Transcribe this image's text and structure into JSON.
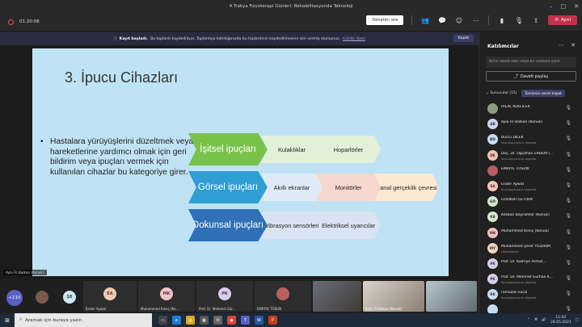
{
  "window": {
    "title": "4.Trakya Fizyoterapi Günleri: Rehabilitasyonda Teknoloji"
  },
  "toolbar": {
    "timer": "01:20:06",
    "denetim_label": "Denetim iste",
    "leave_label": "Ayrıl"
  },
  "banner": {
    "bold": "Kayıt başladı.",
    "text": "Bu toplantı kaydediliyor. Toplantıya katıldığınızda bu toplantının kaydedilmesine izin vermiş olursunuz.",
    "link": "Gizlilik ilkesi",
    "close_label": "Kapat"
  },
  "slide": {
    "title": "3. İpucu Cihazları",
    "bullet": "Hastalara yürüyüşlerini düzeltmek veya hareketlerine yardımcı olmak için geri bildirim veya ipuçları vermek için kullanılan cihazlar bu kategoriye girer.",
    "rows": [
      {
        "head": "İşitsel ipuçları",
        "items": [
          "Kulaklıklar",
          "Hoparlörler"
        ]
      },
      {
        "head": "Görsel ipuçları",
        "items": [
          "Akıllı ekranlar",
          "Monitörler",
          "Sanal gerçeklik çevresi"
        ]
      },
      {
        "head": "Dokunsal ipuçları",
        "items": [
          "Vibrasyon sensörleri",
          "Elektriksel uyarıcılar"
        ]
      }
    ],
    "colors": {
      "row1_head": "#79c24a",
      "row1_item": "#e2f0d9",
      "row2_head": "#2e9ed3",
      "row2_item1": "#deebf7",
      "row2_item2": "#f7d7d0",
      "row2_item3": "#fde9d3",
      "row3_head": "#2f70b6",
      "row3_item": "#dae3f3"
    }
  },
  "speaker_label": "Ayla Fil Balkan (Konuk)",
  "strip": {
    "overflow_count": "+110",
    "tiles": [
      {
        "initials": "EA",
        "name": "Ender Aywat",
        "color": "#f4c7b1"
      },
      {
        "initials": "MK",
        "name": "Muhammed Kılınç (Ko...",
        "color": "#f4c0c8"
      },
      {
        "initials": "PK",
        "name": "Prof. Dr. Mehmet Gür...",
        "color": "#d8cdee"
      },
      {
        "initials": "",
        "name": "EMRİYE TOSUN",
        "color": "#b55f5f"
      }
    ],
    "small_avatars": [
      {
        "initials": "",
        "color": "#7a5a4a"
      },
      {
        "initials": "ŞE",
        "color": "#cde8ee"
      }
    ],
    "video_name": "Ayla Fil Balkan (Konuk)"
  },
  "panel": {
    "title": "Katılımcılar",
    "search_placeholder": "Birini davet edin veya bir numara çevir",
    "share_label": "Daveti paylaş",
    "section_label": "Sunucular (15)",
    "mute_all_label": "Tümünün sesini kapat",
    "participants": [
      {
        "initials": "",
        "name": "HİLAL KEKLİCEK",
        "sub": "",
        "color": "#8aa07a"
      },
      {
        "initials": "AB",
        "name": "Ayla Fil Balkan (Konuk)",
        "sub": "",
        "color": "#cfd3f0"
      },
      {
        "initials": "BD",
        "name": "Burcu DİLEK",
        "sub": "Kuruluşunuzun dışında",
        "color": "#c7dcf0"
      },
      {
        "initials": "DE",
        "name": "Doç. Dr. Oğuzhan ERDEM (...",
        "sub": "Kuruluşunuzun dışında",
        "color": "#f4c0b0"
      },
      {
        "initials": "",
        "name": "EMRİYE TOSUN",
        "sub": "",
        "color": "#b55f5f"
      },
      {
        "initials": "EA",
        "name": "Ender Aywat",
        "sub": "Kuruluşunuzun dışında",
        "color": "#f4c7b1"
      },
      {
        "initials": "GÖ",
        "name": "GÜLNUR ÖZTÜRK",
        "sub": "",
        "color": "#cfe8c7"
      },
      {
        "initials": "KB",
        "name": "Kezban Bayramlar (Konuk)",
        "sub": "",
        "color": "#d6eac9"
      },
      {
        "initials": "MK",
        "name": "Muhammed Kılınç (Konuk)",
        "sub": "",
        "color": "#f4c0c8"
      },
      {
        "initials": "MY",
        "name": "Muhammed Şeref YILDIRIM",
        "sub": "Düzenleyici",
        "color": "#f3d1b8"
      },
      {
        "initials": "PK",
        "name": "Prof. Dr. Kadriye Armut...",
        "sub": "",
        "color": "#d8cdee"
      },
      {
        "initials": "PK",
        "name": "Prof. Dr. Mehmet Gürhan K...",
        "sub": "Kuruluşunuzun dışında",
        "color": "#d8cdee"
      },
      {
        "initials": "RK",
        "name": "ramazan kurul",
        "sub": "Kuruluşunuzun dışında",
        "color": "#c7dcf0"
      },
      {
        "initials": "",
        "name": "",
        "sub": "",
        "color": "#c7dcf0"
      }
    ]
  },
  "taskbar": {
    "search_placeholder": "Aramak için buraya yazın",
    "time": "11:02",
    "date": "28.05.2021"
  }
}
